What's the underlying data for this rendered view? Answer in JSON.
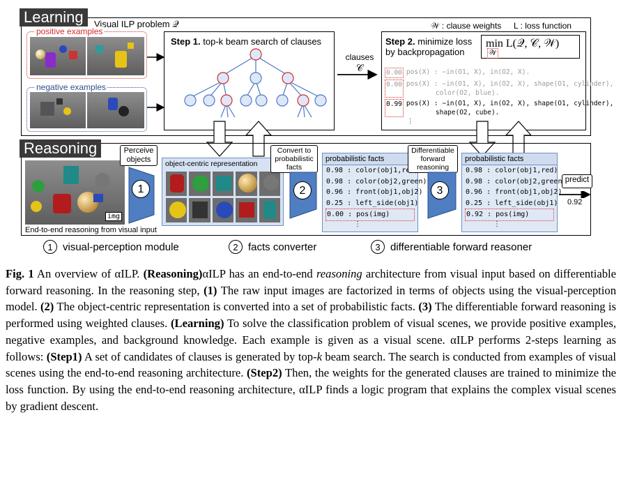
{
  "figure": {
    "learning_title": "Learning",
    "reasoning_title": "Reasoning",
    "ilp_problem": "Visual ILP problem 𝒬",
    "positive_label": "positive examples",
    "negative_label": "negative examples",
    "step1_title": "Step 1.",
    "step1_text": "top-k beam search of clauses",
    "clauses_label": "clauses",
    "clauses_symbol": "𝒞",
    "weights_label": "𝒲 : clause weights",
    "loss_label": "L : loss function",
    "step2_title": "Step 2.",
    "step2_text_1": "minimize loss",
    "step2_text_2": "by backpropagation",
    "loss_formula_min": "min",
    "loss_formula_sub": "𝒲",
    "loss_formula_body": "L(𝒬, 𝒞, 𝒲)",
    "clauses": [
      {
        "weight": "0.00",
        "line1": "pos(X) :  −in(O1, X), in(O2, X).",
        "line2": "",
        "faded": true
      },
      {
        "weight": "0.00",
        "line1": "pos(X) :  −in(O1, X), in(O2, X), shape(O1, cylinder),",
        "line2": "color(O2, blue).",
        "faded": true
      },
      {
        "weight": "0.99",
        "line1": "pos(X) :  −in(O1, X), in(O2, X), shape(O1, cylinder),",
        "line2": "shape(O2, cube).",
        "faded": false
      }
    ],
    "clauses_ellipsis": "⋮",
    "perceive_label": "Perceive objects",
    "object_repr_label": "object-centric representation",
    "convert_label": "Convert to probabilistic facts",
    "diff_label": "Differentiable forward reasoning",
    "facts_head": "probabilistic facts",
    "facts_left": [
      "0.98 : color(obj1,red)",
      "0.98 : color(obj2,green)",
      "0.96 : front(obj1,obj2)",
      "0.25 : left_side(obj1)",
      "0.00 : pos(img)"
    ],
    "facts_right": [
      "0.98 : color(obj1,red)",
      "0.98 : color(obj2,green)",
      "0.96 : front(obj1,obj2)",
      "0.25 : left_side(obj1)",
      "0.92 : pos(img)"
    ],
    "facts_ellipsis": "⋮",
    "predict_label": "predict",
    "predict_value": "0.92",
    "img_tag": "img",
    "e2e_label": "End-to-end reasoning from visual input",
    "num1": "1",
    "num2": "2",
    "num3": "3",
    "legend": [
      {
        "num": "1",
        "label": "visual-perception module"
      },
      {
        "num": "2",
        "label": "facts converter"
      },
      {
        "num": "3",
        "label": "differentiable forward reasoner"
      }
    ]
  },
  "colors": {
    "positive": "#d22a2a",
    "negative": "#2f4f8f",
    "tree_node_fill": "#dde7f7",
    "tree_node_stroke": "#4a78c8",
    "tree_selected": "#e03030",
    "module_blue": "#4f7ec2",
    "facts_bg": "#dfe8f5"
  },
  "caption": {
    "fig_label": "Fig. 1",
    "sentences": [
      {
        "t": "n",
        "v": " An overview of αILP. "
      },
      {
        "t": "b",
        "v": "(Reasoning)"
      },
      {
        "t": "n",
        "v": "αILP has an end-to-end "
      },
      {
        "t": "i",
        "v": "reasoning"
      },
      {
        "t": "n",
        "v": " architecture from visual input based on differentiable forward reasoning. In the reasoning step, "
      },
      {
        "t": "b",
        "v": "(1)"
      },
      {
        "t": "n",
        "v": " The raw input images are factorized in terms of objects using the visual-perception model. "
      },
      {
        "t": "b",
        "v": "(2)"
      },
      {
        "t": "n",
        "v": " The object-centric representation is converted into a set of probabilistic facts. "
      },
      {
        "t": "b",
        "v": "(3)"
      },
      {
        "t": "n",
        "v": " The differentiable forward reasoning is performed using weighted clauses. "
      },
      {
        "t": "b",
        "v": "(Learning)"
      },
      {
        "t": "n",
        "v": " To solve the classification problem of visual scenes, we provide positive examples, negative examples, and background knowledge. Each example is given as a visual scene. αILP performs 2-steps learning as follows: "
      },
      {
        "t": "b",
        "v": "(Step1)"
      },
      {
        "t": "n",
        "v": " A set of candidates of clauses is generated by top-"
      },
      {
        "t": "i",
        "v": "k"
      },
      {
        "t": "n",
        "v": " beam search. The search is conducted from examples of visual scenes using the end-to-end reasoning architecture. "
      },
      {
        "t": "b",
        "v": "(Step2)"
      },
      {
        "t": "n",
        "v": " Then, the weights for the generated clauses are trained to minimize the loss function. By using the end-to-end reasoning architecture, αILP finds a logic program that explains the complex visual scenes by gradient descent."
      }
    ]
  }
}
